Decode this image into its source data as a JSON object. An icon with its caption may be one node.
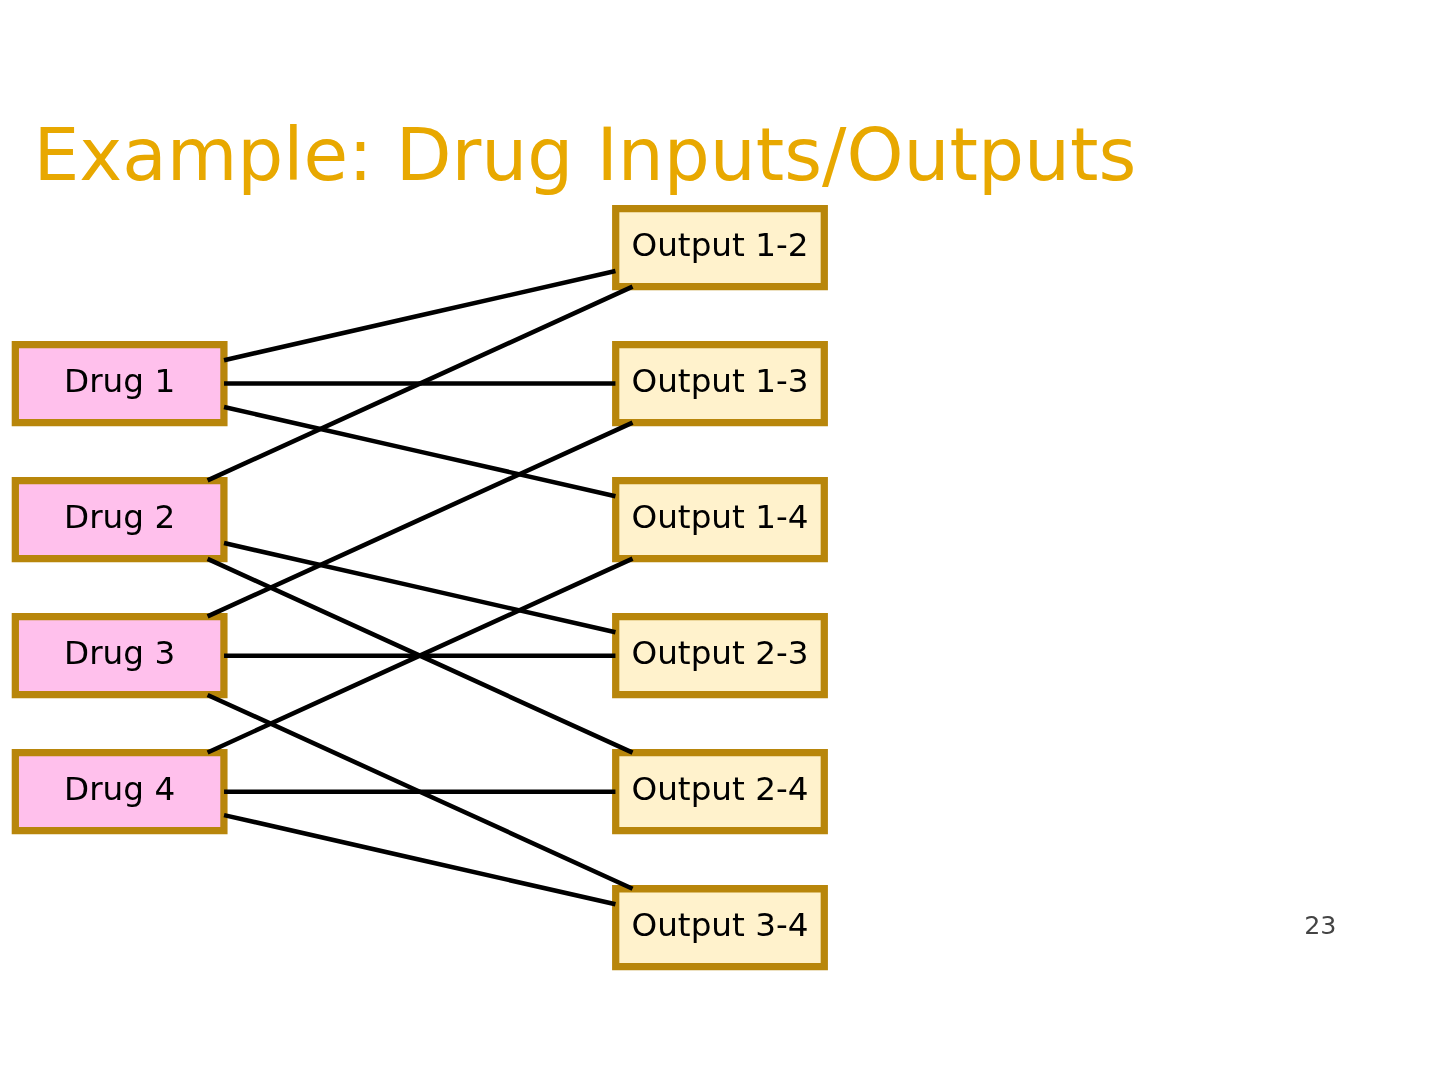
{
  "diagram": {
    "title": "Example: Drug Inputs/Outputs",
    "nodes": [
      {
        "text": [
          "Drug 1"
        ]
      },
      {
        "text": [
          "Drug 2"
        ]
      },
      {
        "text": [
          "Drug 3"
        ]
      },
      {
        "text": [
          "Drug 4"
        ]
      },
      {
        "text": [
          "Output 1-2"
        ]
      },
      {
        "text": [
          "Output 1-3"
        ]
      },
      {
        "text": [
          "Output 1-4"
        ]
      },
      {
        "text": [
          "Output 2-3"
        ]
      },
      {
        "text": [
          "Output 2-4"
        ]
      },
      {
        "text": [
          "Output 3-4"
        ]
      }
    ],
    "edges": [
      {
        "from": 0,
        "to": 4,
        "arrow": "none"
      },
      {
        "from": 0,
        "to": 5,
        "arrow": "none"
      },
      {
        "from": 0,
        "to": 6,
        "arrow": "none"
      },
      {
        "from": 1,
        "to": 4,
        "arrow": "none"
      },
      {
        "from": 1,
        "to": 7,
        "arrow": "none"
      },
      {
        "from": 1,
        "to": 8,
        "arrow": "none"
      },
      {
        "from": 2,
        "to": 5,
        "arrow": "none"
      },
      {
        "from": 2,
        "to": 7,
        "arrow": "none"
      },
      {
        "from": 2,
        "to": 9,
        "arrow": "none"
      },
      {
        "from": 3,
        "to": 6,
        "arrow": "none"
      },
      {
        "from": 3,
        "to": 8,
        "arrow": "none"
      },
      {
        "from": 3,
        "to": 9,
        "arrow": "none"
      }
    ],
    "labels": [
      "23"
    ]
  }
}
